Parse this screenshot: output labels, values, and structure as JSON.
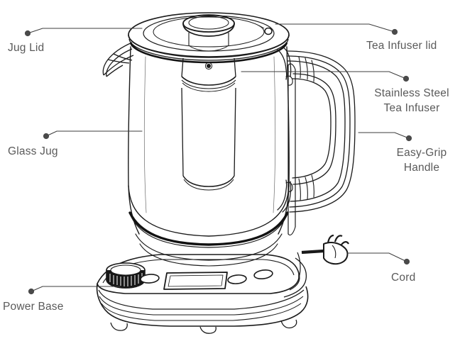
{
  "diagram": {
    "subject": "electric glass kettle with tea infuser and power base",
    "style": "line-art technical illustration",
    "background_color": "#ffffff",
    "line_color": "#1a1a1a",
    "label_color": "#5a5a5a",
    "leader_line_color": "#3d3d3d",
    "dot_color": "#4a4a4a",
    "callouts": [
      {
        "id": "jug-lid",
        "label": "Jug Lid",
        "side": "left",
        "align": "left",
        "dot": [
          39,
          47
        ],
        "target": [
          190,
          47
        ]
      },
      {
        "id": "glass-jug",
        "label": "Glass Jug",
        "side": "left",
        "align": "left",
        "dot": [
          65,
          192
        ],
        "target": [
          190,
          192
        ]
      },
      {
        "id": "power-base",
        "label": "Power Base",
        "side": "left",
        "align": "left",
        "dot": [
          44,
          411
        ],
        "target": [
          167,
          411
        ]
      },
      {
        "id": "tea-infuser-lid",
        "label": "Tea Infuser lid",
        "side": "right",
        "align": "center",
        "dot": [
          556,
          45
        ],
        "target": [
          383,
          45
        ]
      },
      {
        "id": "stainless-steel-tea-infuser",
        "label": "Stainless Steel\nTea Infuser",
        "side": "right",
        "align": "center",
        "dot": [
          572,
          111
        ],
        "target": [
          330,
          99
        ]
      },
      {
        "id": "easy-grip-handle",
        "label": "Easy-Grip\nHandle",
        "side": "right",
        "align": "center",
        "dot": [
          576,
          195
        ],
        "target": [
          500,
          195
        ]
      },
      {
        "id": "cord",
        "label": "Cord",
        "side": "right",
        "align": "center",
        "dot": [
          573,
          369
        ],
        "target": [
          483,
          356
        ]
      }
    ]
  }
}
